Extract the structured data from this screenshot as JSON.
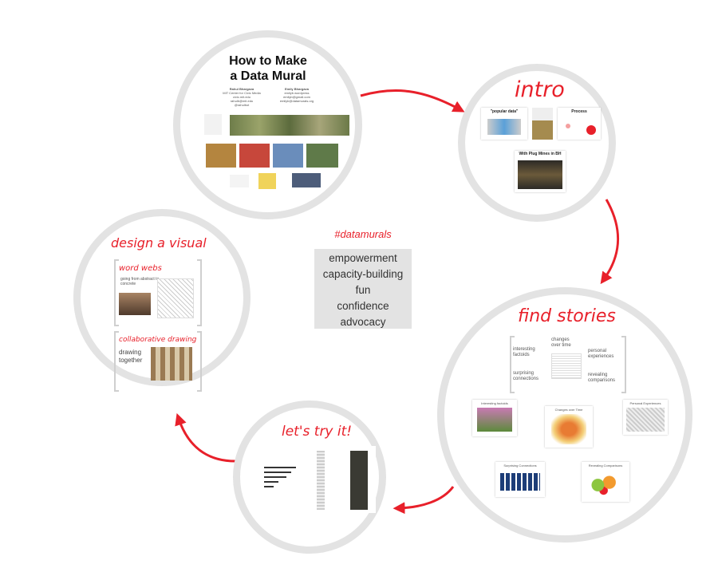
{
  "hashtag": "#datamurals",
  "center_list": [
    "empowerment",
    "capacity-building",
    "fun",
    "confidence",
    "advocacy"
  ],
  "colors": {
    "accent": "#e8202a",
    "ring": "#e3e3e3",
    "box": "#e3e3e3"
  },
  "circles": {
    "title": {
      "heading_line1": "How to Make",
      "heading_line2": "a Data Mural",
      "author1": [
        "Rahul Bhargava",
        "MIT Center for Civic Media",
        "civic.mit.edu",
        "rahulb@mit.edu",
        "@rahulbot"
      ],
      "author2": [
        "Emily Bhargava",
        "emilyb.wordpress",
        "emilyb@gmail.com",
        "emilyb@datamurals.org"
      ]
    },
    "intro": {
      "title": "intro",
      "slide1": "\"popular data\"",
      "slide2": "Process",
      "slide3": "With Plug Mines in BH"
    },
    "find": {
      "title": "find stories",
      "words": {
        "interesting": "interesting factoids",
        "changes": "changes over time",
        "personal": "personal experiences",
        "surprising": "surprising connections",
        "revealing": "revealing comparisons"
      },
      "slides": [
        "Interesting factoids",
        "Changes over Time",
        "Personal Experiences",
        "Surprising Connections",
        "Revealing Comparisons"
      ]
    },
    "try": {
      "title": "let's try it!"
    },
    "design": {
      "title": "design a visual",
      "sub1": "word webs",
      "sub1_text": "going from abstract to concrete",
      "sub2": "collaborative drawing",
      "sub2_text1": "drawing",
      "sub2_text2": "together"
    }
  }
}
